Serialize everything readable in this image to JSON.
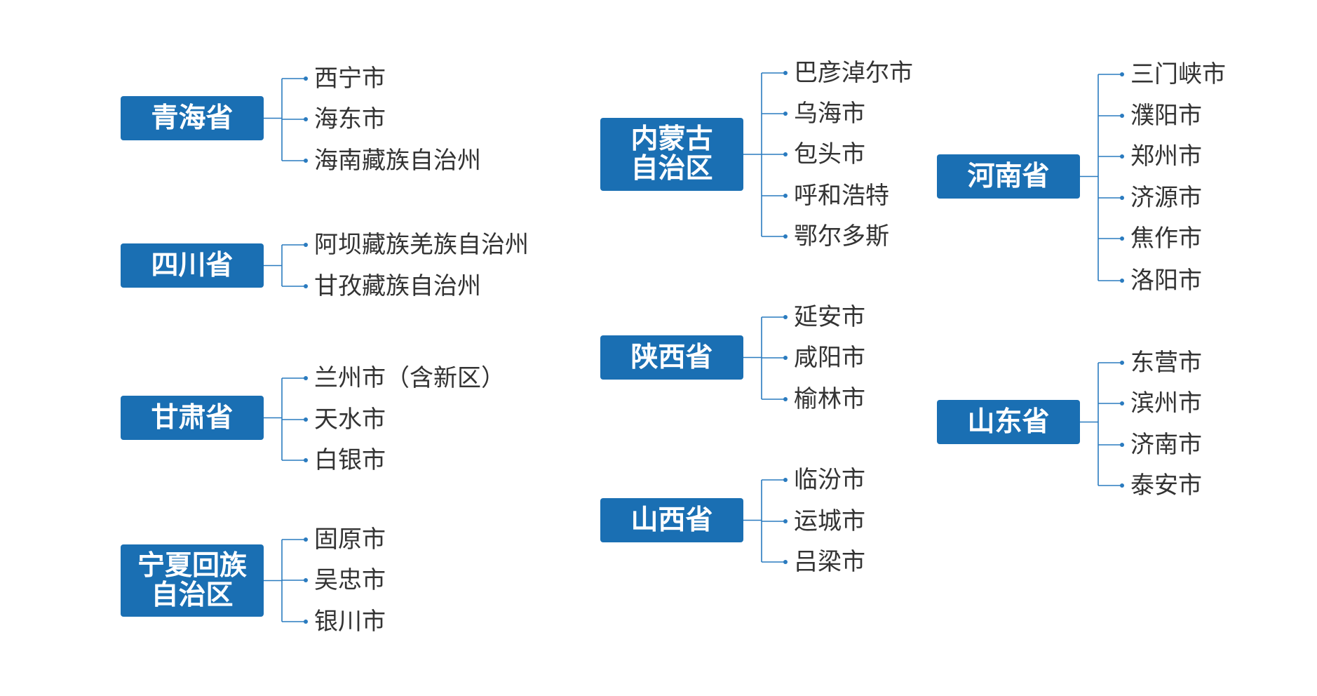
{
  "colors": {
    "box": "#1a6fb3",
    "line": "#2a7bbf",
    "text": "#333333"
  },
  "groups": [
    {
      "label": "青海省",
      "items": [
        "西宁市",
        "海东市",
        "海南藏族自治州"
      ]
    },
    {
      "label": "四川省",
      "items": [
        "阿坝藏族羌族自治州",
        "甘孜藏族自治州"
      ]
    },
    {
      "label": "甘肃省",
      "items": [
        "兰州市（含新区）",
        "天水市",
        "白银市"
      ]
    },
    {
      "label": "宁夏回族\n自治区",
      "items": [
        "固原市",
        "吴忠市",
        "银川市"
      ]
    },
    {
      "label": "内蒙古\n自治区",
      "items": [
        "巴彦淖尔市",
        "乌海市",
        "包头市",
        "呼和浩特",
        "鄂尔多斯"
      ]
    },
    {
      "label": "陕西省",
      "items": [
        "延安市",
        "咸阳市",
        "榆林市"
      ]
    },
    {
      "label": "山西省",
      "items": [
        "临汾市",
        "运城市",
        "吕梁市"
      ]
    },
    {
      "label": "河南省",
      "items": [
        "三门峡市",
        "濮阳市",
        "郑州市",
        "济源市",
        "焦作市",
        "洛阳市"
      ]
    },
    {
      "label": "山东省",
      "items": [
        "东营市",
        "滨州市",
        "济南市",
        "泰安市"
      ]
    }
  ]
}
